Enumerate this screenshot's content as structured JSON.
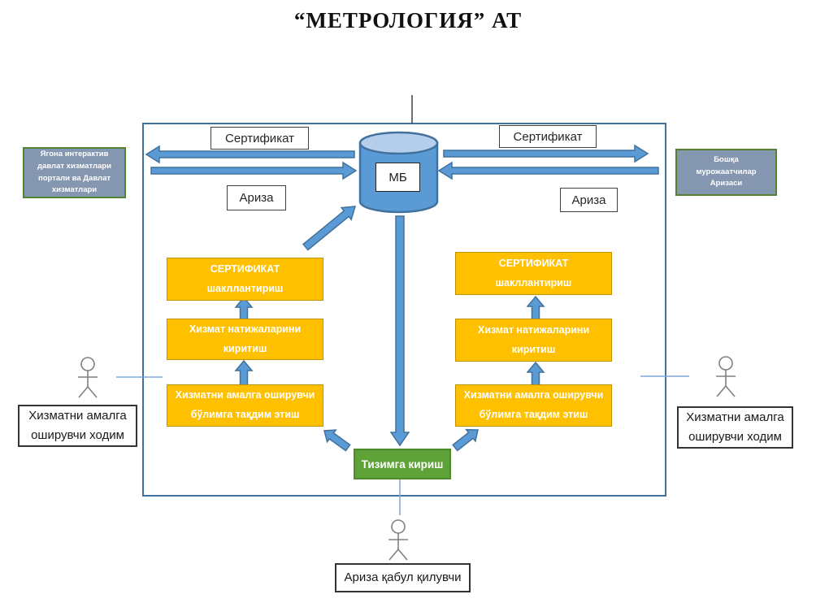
{
  "title": "“МЕТРОЛОГИЯ” АТ",
  "palette": {
    "arrow_fill": "#5B9BD5",
    "arrow_stroke": "#41719C",
    "frame_stroke": "#41719C",
    "step_fill": "#FFC000",
    "step_stroke": "#BF9000",
    "login_fill": "#5FA338",
    "login_stroke": "#4C8A2B",
    "portal_fill": "#8496B0",
    "portal_stroke": "#548235",
    "db_body_fill": "#5B9BD5",
    "db_top_fill": "#B4CEEC",
    "figure_stroke": "#808080"
  },
  "database": {
    "label": "МБ"
  },
  "sources": {
    "portal": "Ягона интерактив\nдавлат хизматлари\nпортали ва Давлат\nхизматлари",
    "other_applicants": "Бошқа\nмурожаатчилар\nАризаси"
  },
  "flows": {
    "certificate": "Сертификат",
    "application": "Ариза"
  },
  "steps": [
    "СЕРТИФИКАТ\nшакллантириш",
    "Хизмат натижаларини\nкиритиш",
    "Хизматни амалга оширувчи\nбўлимга тақдим этиш"
  ],
  "login_box": "Тизимга кириш",
  "actors": {
    "employee_left": "Хизматни амалга\nоширувчи ходим",
    "employee_right": "Хизматни амалга\nоширувчи ходим",
    "application_receiver": "Ариза қабул қилувчи"
  }
}
